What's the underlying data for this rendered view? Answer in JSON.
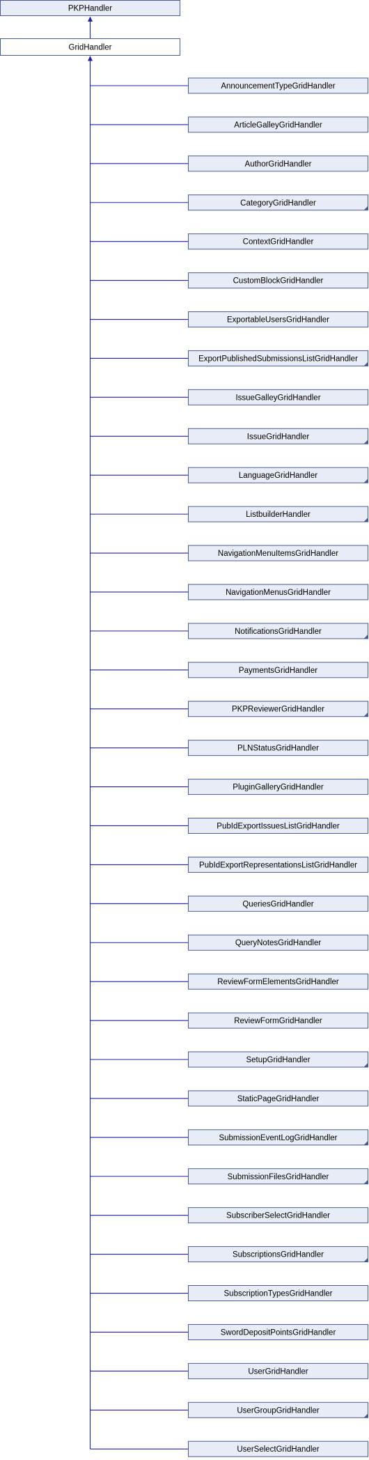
{
  "diagram": {
    "type": "class-inheritance",
    "root": "PKPHandler",
    "base": "GridHandler",
    "children": [
      {
        "label": "AnnouncementTypeGridHandler",
        "has_subclasses": false
      },
      {
        "label": "ArticleGalleyGridHandler",
        "has_subclasses": false
      },
      {
        "label": "AuthorGridHandler",
        "has_subclasses": false
      },
      {
        "label": "CategoryGridHandler",
        "has_subclasses": true
      },
      {
        "label": "ContextGridHandler",
        "has_subclasses": false
      },
      {
        "label": "CustomBlockGridHandler",
        "has_subclasses": false
      },
      {
        "label": "ExportableUsersGridHandler",
        "has_subclasses": false
      },
      {
        "label": "ExportPublishedSubmissionsListGridHandler",
        "has_subclasses": true
      },
      {
        "label": "IssueGalleyGridHandler",
        "has_subclasses": false
      },
      {
        "label": "IssueGridHandler",
        "has_subclasses": true
      },
      {
        "label": "LanguageGridHandler",
        "has_subclasses": true
      },
      {
        "label": "ListbuilderHandler",
        "has_subclasses": true
      },
      {
        "label": "NavigationMenuItemsGridHandler",
        "has_subclasses": false
      },
      {
        "label": "NavigationMenusGridHandler",
        "has_subclasses": false
      },
      {
        "label": "NotificationsGridHandler",
        "has_subclasses": true
      },
      {
        "label": "PaymentsGridHandler",
        "has_subclasses": false
      },
      {
        "label": "PKPReviewerGridHandler",
        "has_subclasses": true
      },
      {
        "label": "PLNStatusGridHandler",
        "has_subclasses": false
      },
      {
        "label": "PluginGalleryGridHandler",
        "has_subclasses": false
      },
      {
        "label": "PubIdExportIssuesListGridHandler",
        "has_subclasses": false
      },
      {
        "label": "PubIdExportRepresentationsListGridHandler",
        "has_subclasses": false
      },
      {
        "label": "QueriesGridHandler",
        "has_subclasses": false
      },
      {
        "label": "QueryNotesGridHandler",
        "has_subclasses": false
      },
      {
        "label": "ReviewFormElementsGridHandler",
        "has_subclasses": false
      },
      {
        "label": "ReviewFormGridHandler",
        "has_subclasses": false
      },
      {
        "label": "SetupGridHandler",
        "has_subclasses": true
      },
      {
        "label": "StaticPageGridHandler",
        "has_subclasses": false
      },
      {
        "label": "SubmissionEventLogGridHandler",
        "has_subclasses": true
      },
      {
        "label": "SubmissionFilesGridHandler",
        "has_subclasses": true
      },
      {
        "label": "SubscriberSelectGridHandler",
        "has_subclasses": false
      },
      {
        "label": "SubscriptionsGridHandler",
        "has_subclasses": true
      },
      {
        "label": "SubscriptionTypesGridHandler",
        "has_subclasses": false
      },
      {
        "label": "SwordDepositPointsGridHandler",
        "has_subclasses": false
      },
      {
        "label": "UserGridHandler",
        "has_subclasses": false
      },
      {
        "label": "UserGroupGridHandler",
        "has_subclasses": true
      },
      {
        "label": "UserSelectGridHandler",
        "has_subclasses": false
      }
    ],
    "colors": {
      "node_fill": "#e8ecf6",
      "highlight_fill": "#ffffff",
      "node_border": "#4a5a94",
      "highlight_border": "#000000",
      "edge": "#1f1faa",
      "corner_marker": "#4a5a94"
    }
  }
}
